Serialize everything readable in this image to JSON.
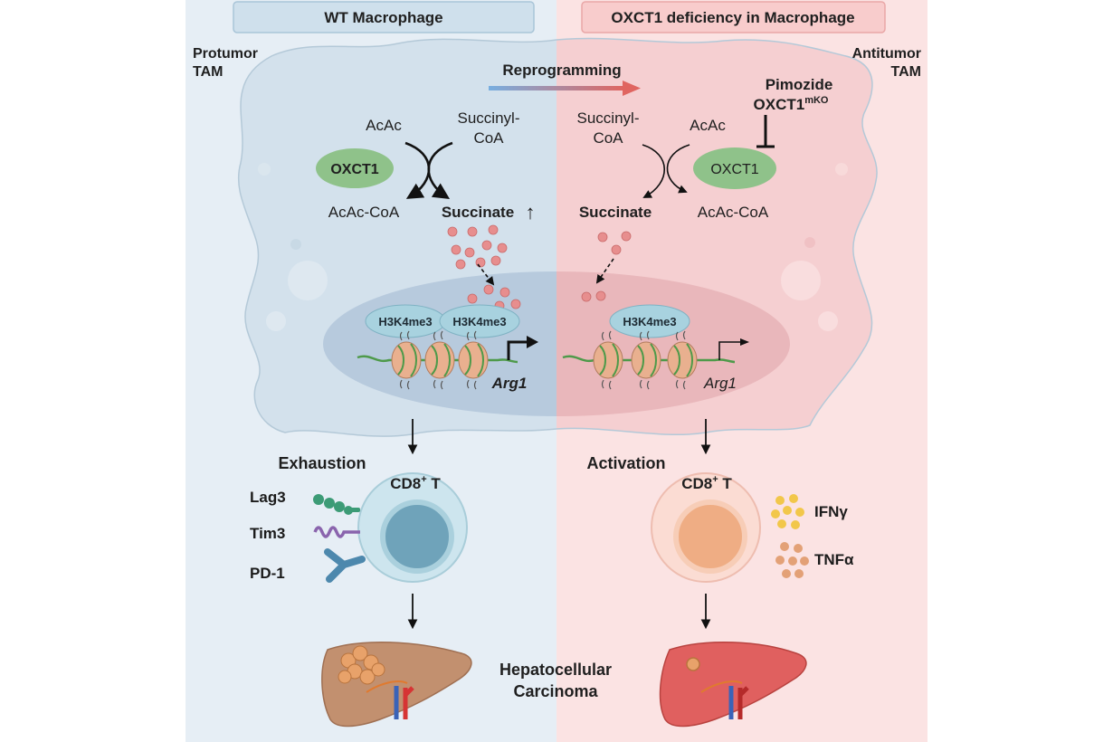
{
  "headers": {
    "left": "WT Macrophage",
    "right": "OXCT1 deficiency in Macrophage"
  },
  "tam": {
    "left_line1": "Protumor",
    "left_line2": "TAM",
    "right_line1": "Antitumor",
    "right_line2": "TAM"
  },
  "reprogramming": "Reprogramming",
  "inhibitors": {
    "line1": "Pimozide",
    "line2_base": "OXCT1",
    "line2_sup": "mKO"
  },
  "left_reaction": {
    "acac": "AcAc",
    "succinyl_line1": "Succinyl-",
    "succinyl_line2": "CoA",
    "enzyme": "OXCT1",
    "acac_coa": "AcAc-CoA",
    "succinate": "Succinate",
    "up_arrow": "↑"
  },
  "right_reaction": {
    "succinyl_line1": "Succinyl-",
    "succinyl_line2": "CoA",
    "acac": "AcAc",
    "enzyme": "OXCT1",
    "succinate": "Succinate",
    "acac_coa": "AcAc-CoA"
  },
  "histone_mark": "H3K4me3",
  "gene": "Arg1",
  "tcell": {
    "left_state": "Exhaustion",
    "right_state": "Activation",
    "label_base": "CD8",
    "label_sup": "+",
    "label_suffix": " T",
    "left_receptors": [
      "Lag3",
      "Tim3",
      "PD-1"
    ],
    "right_cytokines": [
      "IFNγ",
      "TNFα"
    ]
  },
  "disease": {
    "line1": "Hepatocellular",
    "line2": "Carcinoma"
  },
  "colors": {
    "left_bg": "#e6eef5",
    "right_bg": "#fbe3e3",
    "cell_left": "#d3e1ec",
    "cell_right": "#f5cfd1",
    "nucleus_left": "#b7cadd",
    "nucleus_right": "#e9b7bb",
    "enzyme": "#8fc28a",
    "histone_mark": "#a8d2df",
    "succinate_dot": "#e78e8e",
    "nucleosome": "#e9b08f",
    "dna": "#4e9a4a",
    "tcell_left": "#cde5ee",
    "tcell_right": "#fbdcd3",
    "tcell_core_left": "#6fa3ba",
    "tcell_core_right": "#efad84",
    "lag3": "#3c9b76",
    "tim3": "#8a64ad",
    "pd1": "#4d88ad",
    "ifng": "#f2c74a",
    "tnfa": "#e3a177",
    "liver_left": "#c2906f",
    "liver_right": "#e0605f",
    "tumor": "#e8a26a",
    "arrow_blue": "#78aee0",
    "arrow_red": "#e06560"
  }
}
